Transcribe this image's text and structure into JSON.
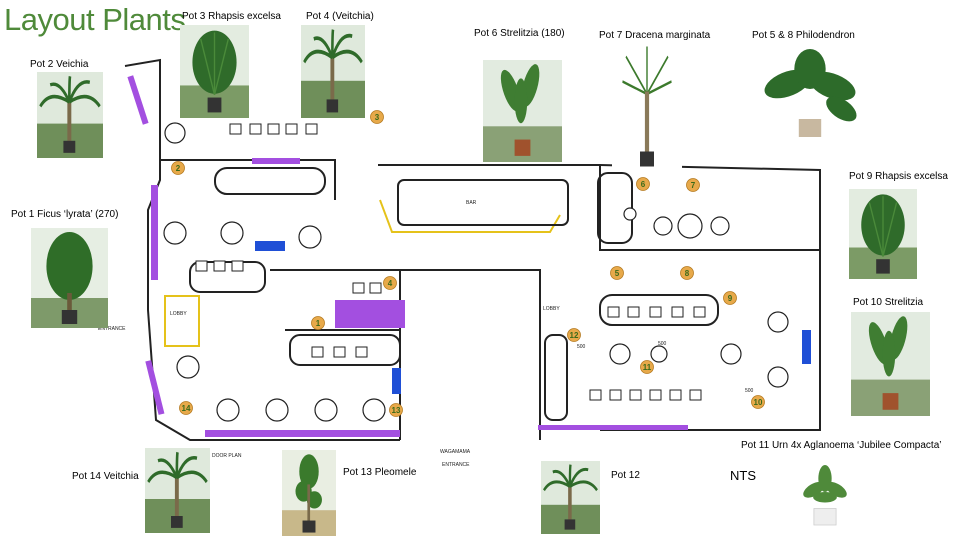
{
  "title": "Layout Plants",
  "labels": {
    "pot2": "Pot 2 Veichia",
    "pot3": "Pot 3 Rhapsis excelsa",
    "pot4": "Pot 4 (Veitchia)",
    "pot6": "Pot 6 Strelitzia (180)",
    "pot7": "Pot 7 Dracena marginata",
    "pot58": "Pot 5 & 8  Philodendron",
    "pot9": "Pot 9 Rhapsis excelsa",
    "pot1": "Pot 1 Ficus ‘lyrata’ (270)",
    "pot10": "Pot 10 Strelitzia",
    "pot11": "Pot 11 Urn 4x Aglanoema ‘Jubilee Compacta’",
    "pot14": "Pot 14 Veitchia",
    "pot13": "Pot 13 Pleomele",
    "pot12": "Pot 12",
    "nts": "NTS"
  },
  "plan": {
    "entrance_left": "ENTRANCE",
    "lobby_left": "LOBBY",
    "lobby_mid": "LOBBY",
    "wagamama": "WAGAMAMA",
    "entrance_bottom": "ENTRANCE",
    "floor_plan": "DOOR PLAN",
    "bar": "BAR",
    "width_500a": "500",
    "width_500b": "500",
    "width_500c": "500"
  },
  "markers": [
    "1",
    "2",
    "3",
    "4",
    "5",
    "6",
    "7",
    "8",
    "9",
    "10",
    "11",
    "12",
    "13",
    "14"
  ],
  "colors": {
    "title": "#4f8a3a",
    "marker_fill": "#e7a94a",
    "marker_number": "#3a6a1a",
    "banquette": "#a34fe0",
    "feature": "#1f4fd6",
    "lobby_outline": "#e5c21a"
  }
}
